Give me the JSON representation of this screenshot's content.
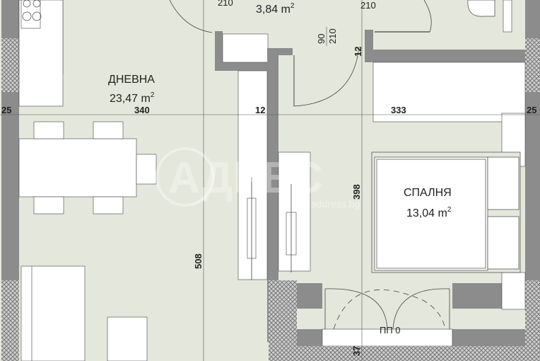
{
  "plan": {
    "colors": {
      "floor": "#e4e7db",
      "wall": "#8c8c8c",
      "furniture": "#ffffff",
      "line": "#444444"
    },
    "rooms": {
      "living": {
        "name": "ДНЕВНА",
        "area": "23,47 m",
        "sup": "2"
      },
      "bathroom": {
        "area": "3,84 m",
        "sup": "2"
      },
      "bedroom": {
        "name": "СПАЛНЯ",
        "area": "13,04 m",
        "sup": "2"
      }
    },
    "dimensions": {
      "door_left_height": "210",
      "door_right_height": "210",
      "door_size_width": "90",
      "door_size_height": "210",
      "wall_bath": "12",
      "left_wall": "25",
      "living_width": "340",
      "inner_wall": "12",
      "bedroom_width": "333",
      "right_wall": "25",
      "living_length": "508",
      "bedroom_length": "398",
      "sill": "37"
    },
    "door_label": "ПП 0",
    "watermark": {
      "logo": "АДРЕС",
      "site": "address.bg"
    }
  }
}
